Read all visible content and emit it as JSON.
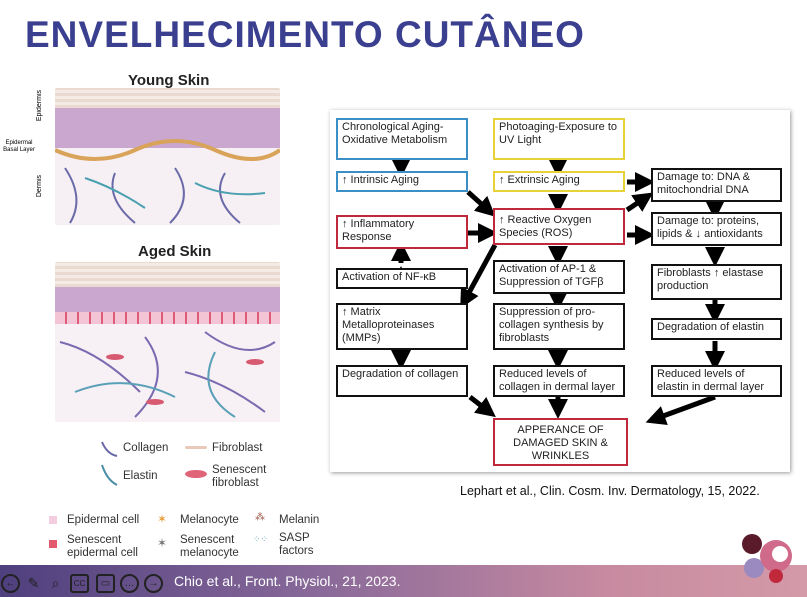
{
  "title": "ENVELHECIMENTO CUTÂNEO",
  "left": {
    "young": "Young Skin",
    "aged": "Aged Skin",
    "epidermis": "Epidermis",
    "basal": "Epidermal Basal Layer",
    "dermis": "Dermis",
    "legend": [
      "Collagen",
      "Fibroblast",
      "Elastin",
      "Senescent fibroblast",
      "Epidermal cell",
      "Melanocyte",
      "Melanin",
      "Senescent epidermal cell",
      "Senescent melanocyte",
      "SASP factors"
    ]
  },
  "diagram": {
    "chrono": "Chronological Aging-Oxidative Metabolism",
    "photo": "Photoaging-Exposure to UV Light",
    "intrinsic": "↑  Intrinsic Aging",
    "extrinsic": "↑  Extrinsic Aging",
    "dna": "Damage to:  DNA & mitochondrial DNA",
    "ros": "↑  Reactive Oxygen Species (ROS)",
    "inflam": "↑  Inflammatory Response",
    "proteins": "Damage to:  proteins, lipids & ↓ antioxidants",
    "nfkb": "Activation of NF-κB",
    "ap1": "Activation of AP-1 & Suppression of TGFβ",
    "elastase": "Fibroblasts ↑ elastase production",
    "mmp": "↑  Matrix Metalloproteinases (MMPs)",
    "supp": "Suppression of pro-collagen synthesis by fibroblasts",
    "degel": "Degradation of elastin",
    "degcol": "Degradation of collagen",
    "redcol": "Reduced levels of collagen in dermal layer",
    "redel": "Reduced levels of elastin in dermal layer",
    "appear": "APPERANCE OF DAMAGED SKIN & WRINKLES"
  },
  "cite_right": "Lephart et al., Clin. Cosm. Inv. Dermatology, 15, 2022.",
  "cite_left": "Chio et al., Front. Physiol., 21, 2023.",
  "controls": [
    "←",
    "✎",
    "⌕",
    "CC",
    "▭",
    "…",
    "→"
  ]
}
